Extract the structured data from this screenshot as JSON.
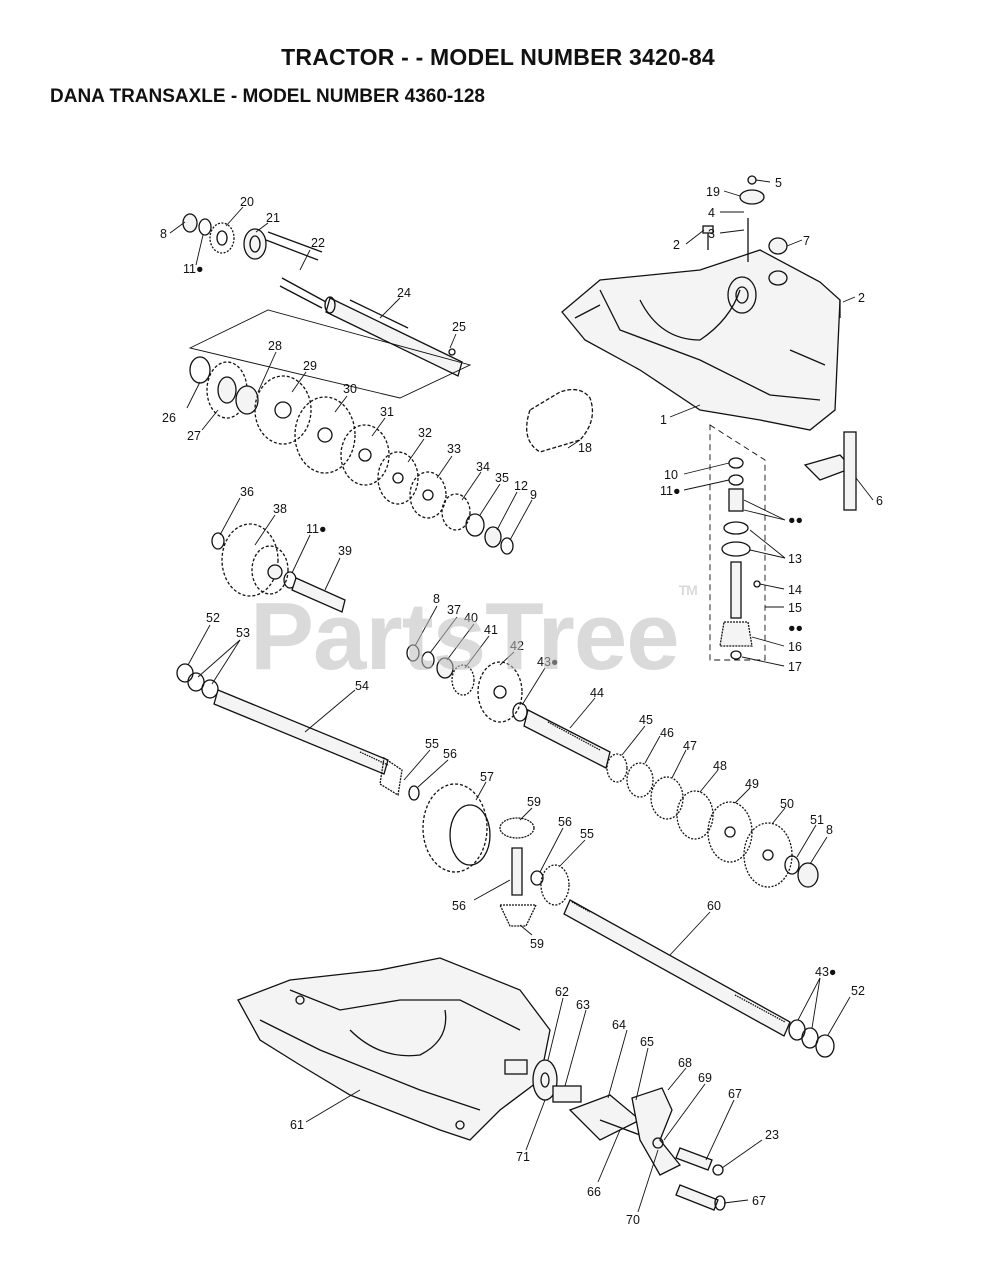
{
  "header": {
    "title": "TRACTOR - - MODEL NUMBER 3420-84",
    "subtitle": "DANA TRANSAXLE - MODEL NUMBER 4360-128"
  },
  "watermark": {
    "text": "PartsTree",
    "tm": "TM"
  },
  "callouts": [
    {
      "id": "c1",
      "text": "20"
    },
    {
      "id": "c2",
      "text": "21"
    },
    {
      "id": "c3",
      "text": "8"
    },
    {
      "id": "c4",
      "text": "11●"
    },
    {
      "id": "c5",
      "text": "22"
    },
    {
      "id": "c6",
      "text": "24"
    },
    {
      "id": "c7",
      "text": "25"
    },
    {
      "id": "c8",
      "text": "28"
    },
    {
      "id": "c9",
      "text": "29"
    },
    {
      "id": "c10",
      "text": "30"
    },
    {
      "id": "c11",
      "text": "31"
    },
    {
      "id": "c12",
      "text": "32"
    },
    {
      "id": "c13",
      "text": "33"
    },
    {
      "id": "c14",
      "text": "34"
    },
    {
      "id": "c15",
      "text": "35"
    },
    {
      "id": "c16",
      "text": "12"
    },
    {
      "id": "c17",
      "text": "9"
    },
    {
      "id": "c18",
      "text": "26"
    },
    {
      "id": "c19",
      "text": "27"
    },
    {
      "id": "c20",
      "text": "18"
    },
    {
      "id": "c21",
      "text": "36"
    },
    {
      "id": "c22",
      "text": "38"
    },
    {
      "id": "c23",
      "text": "11●"
    },
    {
      "id": "c24",
      "text": "39"
    },
    {
      "id": "c25",
      "text": "5"
    },
    {
      "id": "c26",
      "text": "19"
    },
    {
      "id": "c27",
      "text": "4"
    },
    {
      "id": "c28",
      "text": "3"
    },
    {
      "id": "c29",
      "text": "2"
    },
    {
      "id": "c30",
      "text": "7"
    },
    {
      "id": "c31",
      "text": "2"
    },
    {
      "id": "c32",
      "text": "1"
    },
    {
      "id": "c33",
      "text": "10"
    },
    {
      "id": "c34",
      "text": "11●"
    },
    {
      "id": "c35",
      "text": "●●"
    },
    {
      "id": "c36",
      "text": "13"
    },
    {
      "id": "c37",
      "text": "14"
    },
    {
      "id": "c38",
      "text": "15"
    },
    {
      "id": "c39",
      "text": "●●"
    },
    {
      "id": "c40",
      "text": "16"
    },
    {
      "id": "c41",
      "text": "17"
    },
    {
      "id": "c42",
      "text": "6"
    },
    {
      "id": "c43",
      "text": "52"
    },
    {
      "id": "c44",
      "text": "53"
    },
    {
      "id": "c45",
      "text": "54"
    },
    {
      "id": "c46",
      "text": "8"
    },
    {
      "id": "c47",
      "text": "37"
    },
    {
      "id": "c48",
      "text": "40"
    },
    {
      "id": "c49",
      "text": "41"
    },
    {
      "id": "c50",
      "text": "42"
    },
    {
      "id": "c51",
      "text": "43●"
    },
    {
      "id": "c52",
      "text": "44"
    },
    {
      "id": "c53",
      "text": "45"
    },
    {
      "id": "c54",
      "text": "46"
    },
    {
      "id": "c55",
      "text": "47"
    },
    {
      "id": "c56",
      "text": "48"
    },
    {
      "id": "c57",
      "text": "49"
    },
    {
      "id": "c58",
      "text": "50"
    },
    {
      "id": "c59",
      "text": "51"
    },
    {
      "id": "c60",
      "text": "8"
    },
    {
      "id": "c61",
      "text": "55"
    },
    {
      "id": "c62",
      "text": "56"
    },
    {
      "id": "c63",
      "text": "57"
    },
    {
      "id": "c64",
      "text": "59"
    },
    {
      "id": "c65",
      "text": "56"
    },
    {
      "id": "c66",
      "text": "55"
    },
    {
      "id": "c67",
      "text": "56"
    },
    {
      "id": "c68",
      "text": "59"
    },
    {
      "id": "c69",
      "text": "60"
    },
    {
      "id": "c70",
      "text": "43●"
    },
    {
      "id": "c71",
      "text": "52"
    },
    {
      "id": "c72",
      "text": "62"
    },
    {
      "id": "c73",
      "text": "63"
    },
    {
      "id": "c74",
      "text": "64"
    },
    {
      "id": "c75",
      "text": "65"
    },
    {
      "id": "c76",
      "text": "68"
    },
    {
      "id": "c77",
      "text": "69"
    },
    {
      "id": "c78",
      "text": "67"
    },
    {
      "id": "c79",
      "text": "23"
    },
    {
      "id": "c80",
      "text": "61"
    },
    {
      "id": "c81",
      "text": "71"
    },
    {
      "id": "c82",
      "text": "66"
    },
    {
      "id": "c83",
      "text": "70"
    },
    {
      "id": "c84",
      "text": "67"
    }
  ]
}
